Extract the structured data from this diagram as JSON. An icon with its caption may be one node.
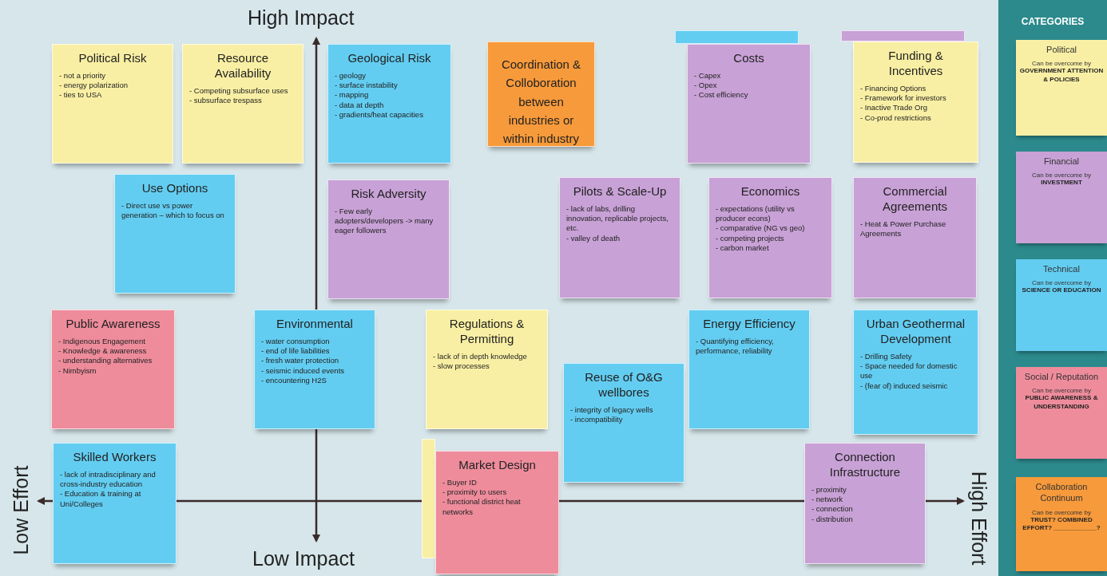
{
  "diagram": {
    "nodes": [
      {
        "text": [
          "Political Risk",
          "- not a priority",
          "- energy polarization",
          "- ties to USA"
        ]
      },
      {
        "text": [
          "Resource Availability",
          "- Competing subsurface uses",
          "- subsurface trespass"
        ]
      },
      {
        "text": [
          "Geological Risk",
          "- geology",
          "- surface instability",
          "- mapping",
          "- data at depth",
          "- gradients/heat capacities"
        ]
      },
      {
        "text": [
          "Coordination & Colloboration between industries or within industry"
        ]
      },
      {
        "text": [],
        "shape": "box"
      },
      {
        "text": [
          "Costs",
          "- Capex",
          "- Opex",
          "- Cost efficiency"
        ]
      },
      {
        "text": [],
        "shape": "box"
      },
      {
        "text": [
          "Funding & Incentives",
          "- Financing Options",
          "- Framework for investors",
          "- Inactive Trade Org",
          "- Co-prod restrictions"
        ]
      },
      {
        "text": [
          "Use Options",
          "- Direct use vs power generation – which to focus on"
        ]
      },
      {
        "text": [
          "Risk Adversity",
          "- Few early adopters/developers -> many eager followers"
        ]
      },
      {
        "text": [
          "Pilots & Scale-Up",
          "- lack of labs, drilling innovation, replicable projects, etc.",
          "- valley of death"
        ]
      },
      {
        "text": [
          "Economics",
          "- expectations (utility vs producer econs)",
          "- comparative (NG vs geo)",
          "- competing projects",
          "- carbon market"
        ]
      },
      {
        "text": [
          "Commercial Agreements",
          "- Heat & Power Purchase Agreements"
        ]
      },
      {
        "text": [
          "Public Awareness",
          "- Indigenous Engagement",
          "- Knowledge & awareness",
          "- understanding alternatives",
          "- Nimbyism"
        ]
      },
      {
        "text": [
          "Environmental",
          "- water consumption",
          "- end of life liabilities",
          "- fresh water protection",
          "- seismic induced events",
          "- encountering H2S"
        ]
      },
      {
        "text": [
          "Regulations & Permitting",
          "- lack of in depth knowledge",
          "- slow processes"
        ]
      },
      {
        "text": [
          "Energy Efficiency",
          "- Quantifying efficiency, performance, reliability"
        ]
      },
      {
        "text": [
          "Urban Geothermal Development",
          "- Drilling Safety",
          "- Space needed for domestic use",
          "- (fear of) induced seismic"
        ]
      },
      {
        "text": [
          "Reuse of O&G wellbores",
          "- integrity of legacy wells",
          "- incompatibility"
        ]
      },
      {
        "text": [
          "Skilled Workers",
          "- lack of intradisciplinary and cross-industry education",
          "- Education & training at Uni/Colleges"
        ]
      },
      {
        "text": [],
        "shape": "box"
      },
      {
        "text": [
          "Market Design",
          "- Buyer ID",
          "- proximity to users",
          "- functional district heat networks"
        ]
      },
      {
        "text": [
          "Connection Infrastructure",
          "- proximity",
          "- network",
          "- connection",
          "- distribution"
        ]
      },
      {
        "text": [
          "CATEGORIES"
        ]
      },
      {
        "text": [
          "Political",
          "Can be overcome by",
          "GOVERNMENT ATTENTION & POLICIES"
        ],
        "in": 23
      },
      {
        "text": [
          "Financial",
          "Can be overcome by",
          "INVESTMENT"
        ],
        "in": 23
      },
      {
        "text": [
          "Technical",
          "Can be overcome by",
          "SCIENCE OR EDUCATION"
        ],
        "in": 23
      },
      {
        "text": [
          "Social / Reputation",
          "Can be overcome by",
          "PUBLIC AWARENESS & UNDERSTANDING"
        ],
        "in": 23
      },
      {
        "text": [
          "Collaboration Continuum",
          "Can be overcome by",
          "TRUST? COMBINED EFFORT? ____________?"
        ],
        "in": 23
      }
    ],
    "labels": [
      "High Impact",
      "Low Effort",
      "High Effort",
      "Low Impact"
    ]
  }
}
